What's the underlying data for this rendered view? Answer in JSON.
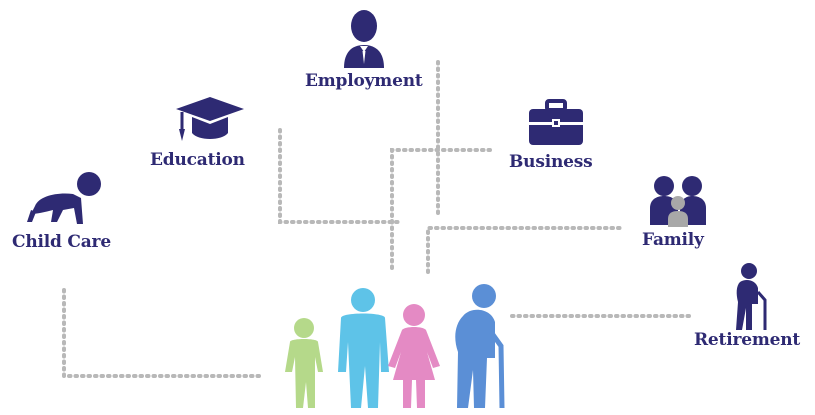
{
  "colors": {
    "icon": "#2e2a73",
    "dots": "#b8b8b8",
    "child": "#b5d98a",
    "adult_man": "#5ec3e8",
    "adult_woman": "#e48ac4",
    "elder": "#5b8fd6",
    "family_child": "#a8a8a8"
  },
  "nodes": {
    "child_care": {
      "label": "Child Care",
      "icon": "crawling-baby-icon"
    },
    "education": {
      "label": "Education",
      "icon": "graduation-cap-icon"
    },
    "employment": {
      "label": "Employment",
      "icon": "businessman-icon"
    },
    "business": {
      "label": "Business",
      "icon": "briefcase-icon"
    },
    "family": {
      "label": "Family",
      "icon": "family-icon"
    },
    "retirement": {
      "label": "Retirement",
      "icon": "elderly-with-cane-icon"
    }
  },
  "center": {
    "icon": "family-group-icon",
    "members": [
      "child",
      "man",
      "woman",
      "elder-with-cane"
    ]
  }
}
